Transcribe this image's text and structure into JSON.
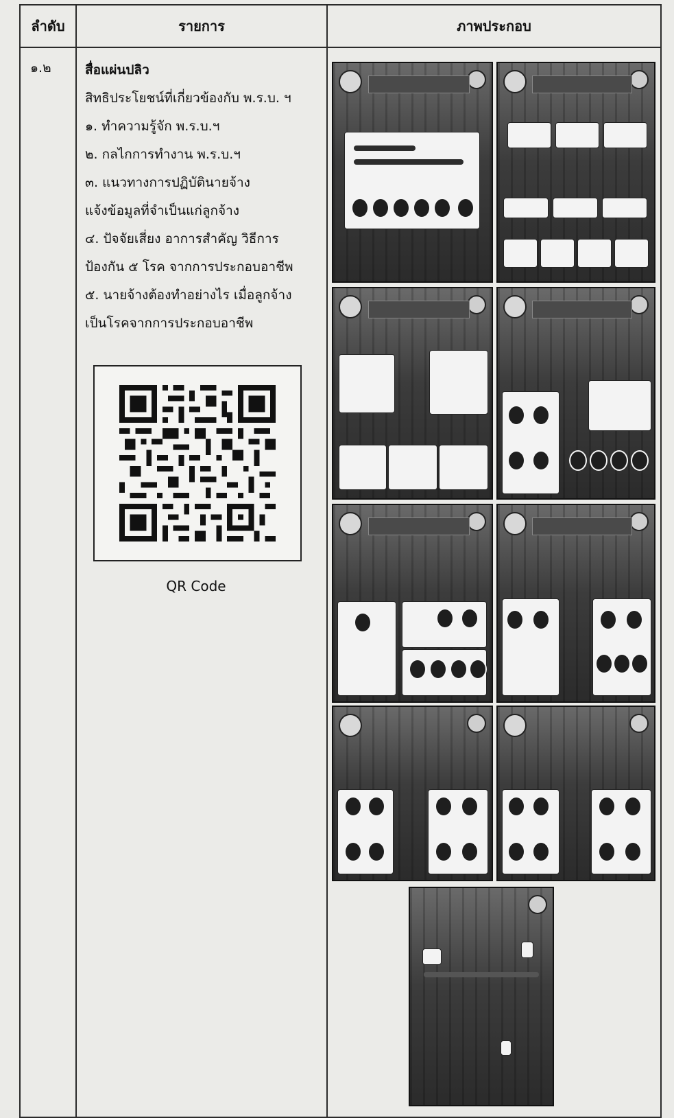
{
  "table": {
    "headers": [
      "ลำดับ",
      "รายการ",
      "ภาพประกอบ"
    ],
    "row": {
      "number": "๑.๒",
      "title": "สื่อแผ่นปลิว",
      "lines": [
        "สิทธิประโยชน์ที่เกี่ยวข้องกับ พ.ร.บ. ฯ",
        "๑. ทำความรู้จัก พ.ร.บ.ฯ",
        "๒. กลไกการทำงาน พ.ร.บ.ฯ",
        "๓. แนวทางการปฏิบัตินายจ้าง",
        "แจ้งข้อมูลที่จำเป็นแก่ลูกจ้าง",
        "๔. ปัจจัยเสี่ยง อาการสำคัญ วิธีการ",
        "ป้องกัน ๕ โรค จากการประกอบอาชีพ",
        "๕. นายจ้างต้องทำอย่างไร เมื่อลูกจ้าง",
        "เป็นโรคจากการประกอบอาชีพ"
      ],
      "qr_caption": "QR Code"
    }
  },
  "images": [
    {
      "name": "poster-intro"
    },
    {
      "name": "poster-mechanism"
    },
    {
      "name": "poster-employer-guidelines"
    },
    {
      "name": "poster-disease-1"
    },
    {
      "name": "poster-disease-2"
    },
    {
      "name": "poster-disease-3"
    },
    {
      "name": "poster-disease-4"
    },
    {
      "name": "poster-disease-5"
    },
    {
      "name": "poster-employer-actions"
    }
  ]
}
